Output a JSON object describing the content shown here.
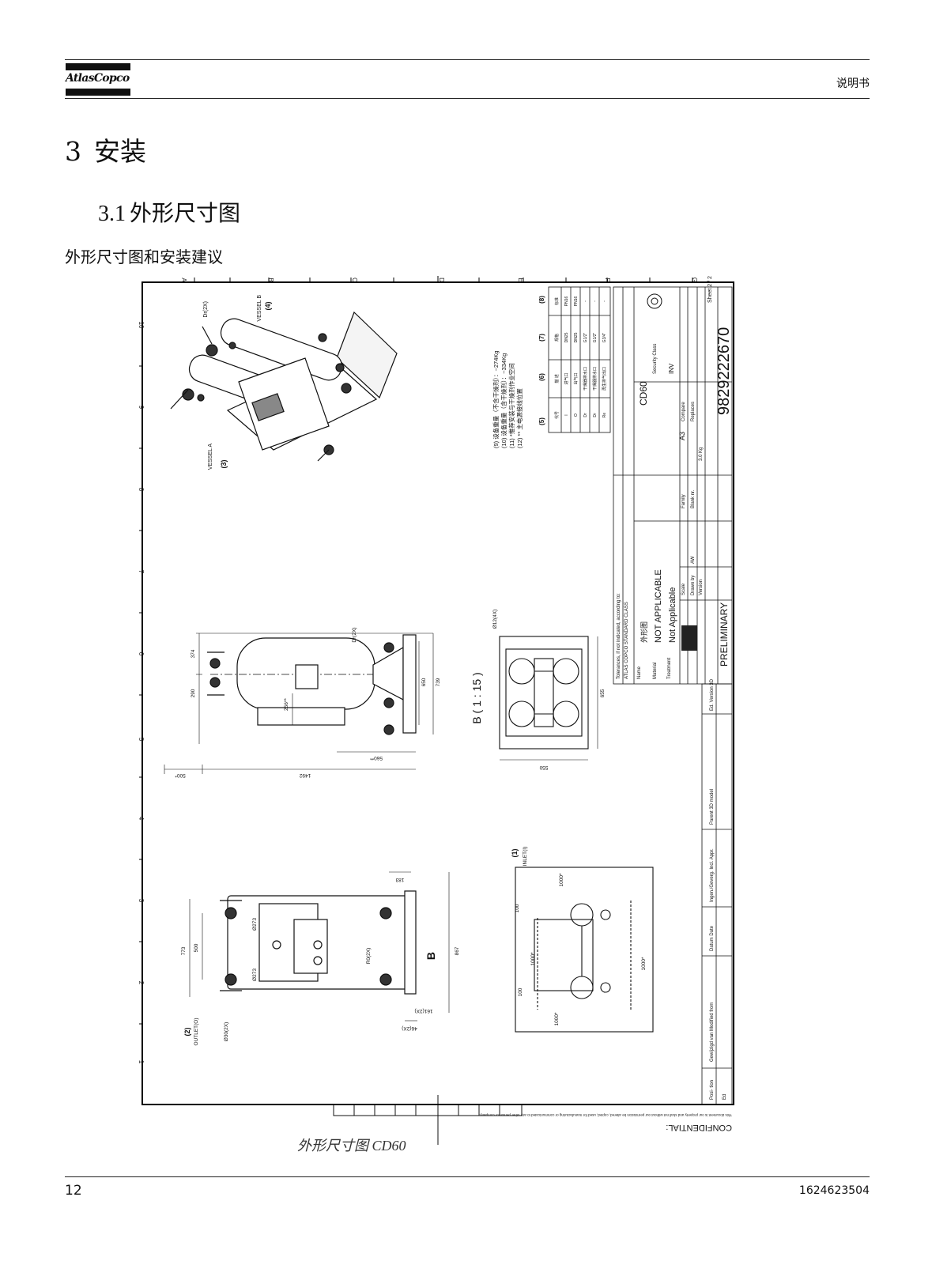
{
  "header": {
    "logo_text": "AtlasCopco",
    "right_label": "说明书"
  },
  "section": {
    "number": "3",
    "title": "安装"
  },
  "subsection": {
    "number": "3.1",
    "title": "外形尺寸图"
  },
  "intro": "外形尺寸图和安装建议",
  "figure": {
    "caption": "外形尺寸图  CD60",
    "col_refs": [
      "A",
      "B",
      "C",
      "D",
      "E",
      "F",
      "G"
    ],
    "row_refs": [
      "10",
      "9",
      "8",
      "7",
      "6",
      "5",
      "4",
      "3",
      "2",
      "1"
    ],
    "labels": {
      "vessel_b": "VESSEL B",
      "vessel_b_num": "(4)",
      "vessel_a": "VESSEL A",
      "vessel_a_num": "(3)",
      "dr_top": "Dr(2X)",
      "dr_side": "Dr(2X)",
      "hole": "Ø12(4X)",
      "view_b": "B ( 1 : 15 )",
      "outlet_num": "(2)",
      "outlet": "OUTLET(O)",
      "outlet_dia": "Ø30(2X)",
      "inlet_num": "(1)",
      "inlet": "INLET(I)",
      "b_arrow": "B",
      "r_label": "R0(2X)"
    },
    "dims": {
      "d374": "374",
      "d290": "290",
      "d650": "650",
      "d739": "739",
      "d256": "256**",
      "d560": "560**",
      "d500": "500*",
      "d1492": "1492",
      "d655": "655",
      "d550": "550",
      "d183": "183",
      "d773": "773",
      "d500b": "500",
      "d273a": "Ø273",
      "d273b": "Ø273",
      "d867": "867",
      "d161": "161(2X)",
      "d46": "46(2X)",
      "d1000a": "1000*",
      "d100a": "100",
      "d1000b": "1000*",
      "d100b": "100",
      "d1000c": "1000*",
      "d1000d": "1000*"
    },
    "notes": [
      "(9) 设备重量（不含干燥剂）：~274Kg",
      "(10) 设备重量（含干燥剂）：~334Kg",
      "(11) *推荐安装与干燥剂作业空间",
      "(12) ** 主电源接线位置"
    ],
    "conn_table": {
      "headers": [
        "(5)",
        "(6)",
        "(7)",
        "(8)"
      ],
      "rows": [
        [
          "代号",
          "描 述",
          "规格",
          "标准"
        ],
        [
          "I",
          "进气口",
          "DN25",
          "PN16"
        ],
        [
          "O",
          "出气口",
          "DN25",
          "PN16"
        ],
        [
          "Dr",
          "干燥器排水口",
          "G1/2\"",
          "-"
        ],
        [
          "Dr",
          "干燥器排水口",
          "G1/2\"",
          "-"
        ],
        [
          "Re",
          "再生排气出口",
          "G3/4\"",
          "-"
        ]
      ]
    },
    "title_block": {
      "tolerances": "Tolerances, if not indicated, according to:",
      "standard": "ATLAS COPCO STANDARD CLASS",
      "name_label": "Name",
      "name_value": "外形图",
      "material_label": "Material",
      "material_value": "NOT APPLICABLE",
      "treatment_label": "Treatment",
      "treatment_value": "Not Applicable",
      "product": "CD60",
      "security_class": "Security Class",
      "inv": "INV",
      "scale": "Scale",
      "drawn_by": "Drawn by",
      "drawn_value": "AW",
      "version": "Version",
      "family": "Family",
      "blank_nr": "Blank nr.",
      "compare": "Compare",
      "replaces": "Replaces",
      "a3": "A3",
      "weight": "3.0 Kg",
      "status": "PRELIMINARY",
      "designation": "9829222670",
      "sheet": "Sheet 2 / 2",
      "ed_version": "Ed. Version 3D",
      "parent": "Parent 3D model",
      "datum": "Datum Date",
      "ingen": "Ingen./Geverg. Incl. Appr.",
      "modified": "Gewijzigd van Modified from",
      "posi": "Posi- tion",
      "ed": "Ed",
      "confidential": "CONFIDENTIAL:",
      "conf_note": "This document is our property and shall not without our permission be altered, copied, used for manufacturing or communicated to any other person or company."
    }
  },
  "footer": {
    "page_number": "12",
    "doc_number": "1624623504"
  }
}
